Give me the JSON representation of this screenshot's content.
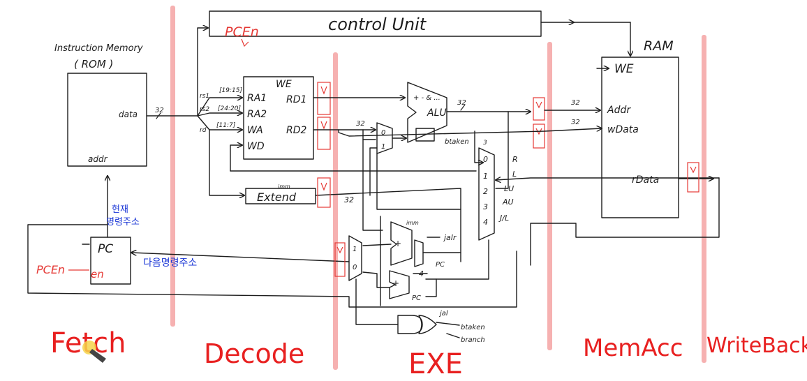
{
  "blocks": {
    "control_unit": "control Unit",
    "pcen_control": "PCEn",
    "imem_title": "Instruction Memory",
    "imem_sub": "( ROM )",
    "imem_data": "data",
    "imem_addr": "addr",
    "imem_width": "32",
    "regfile_we": "WE",
    "ra1": "RA1",
    "ra2": "RA2",
    "wa": "WA",
    "wd": "WD",
    "rd1": "RD1",
    "rd2": "RD2",
    "rs1_bits": "[19:15]",
    "rs2_bits": "[24:20]",
    "rd_bits": "[11:7]",
    "rs1": "rs1",
    "rs2": "rs2",
    "rd": "rd",
    "extend": "Extend",
    "imm": "imm",
    "ext_width": "32",
    "alu": "ALU",
    "alu_ops": "+ - & ...",
    "alu_width": "32",
    "alu_width2": "32",
    "btaken": "btaken",
    "mux_wb_r": "R",
    "mux_wb_l": "L",
    "mux_wb_lu": "LU",
    "mux_wb_au": "AU",
    "mux_wb_jl": "J/L",
    "mux_wb_0": "0",
    "mux_wb_1": "1",
    "mux_wb_2": "2",
    "mux_wb_3": "3",
    "mux_wb_4": "4",
    "mux_wb_sel": "3",
    "ram_title": "RAM",
    "ram_we": "WE",
    "ram_addr": "Addr",
    "ram_wdata": "wData",
    "ram_rdata": "rData",
    "ram_w1": "32",
    "ram_w2": "32",
    "pc": "PC",
    "pc_en": "en",
    "pcen_left": "PCEn",
    "jalr": "jalr",
    "jal": "jal",
    "pc_lbl1": "PC",
    "pc_lbl2": "PC",
    "plus": "+",
    "four": "4",
    "imm_small": "imm",
    "branch_btaken": "btaken",
    "branch": "branch",
    "mux_pc_1": "1",
    "mux_pc_0": "0",
    "mux_src_0": "0",
    "mux_src_1": "1",
    "mux_addr_0": "0",
    "mux_addr_1": "1"
  },
  "notes": {
    "current_pc": "현재\n명령주소",
    "next_pc": "다음명령주소"
  },
  "stages": [
    "Fetch",
    "Decode",
    "EXE",
    "MemAcc",
    "WriteBack"
  ],
  "colors": {
    "stage_bar": "#f4a3a3",
    "stage_text": "#e82020",
    "note_blue": "#1a36d6",
    "pipeline_reg": "#e53935"
  }
}
